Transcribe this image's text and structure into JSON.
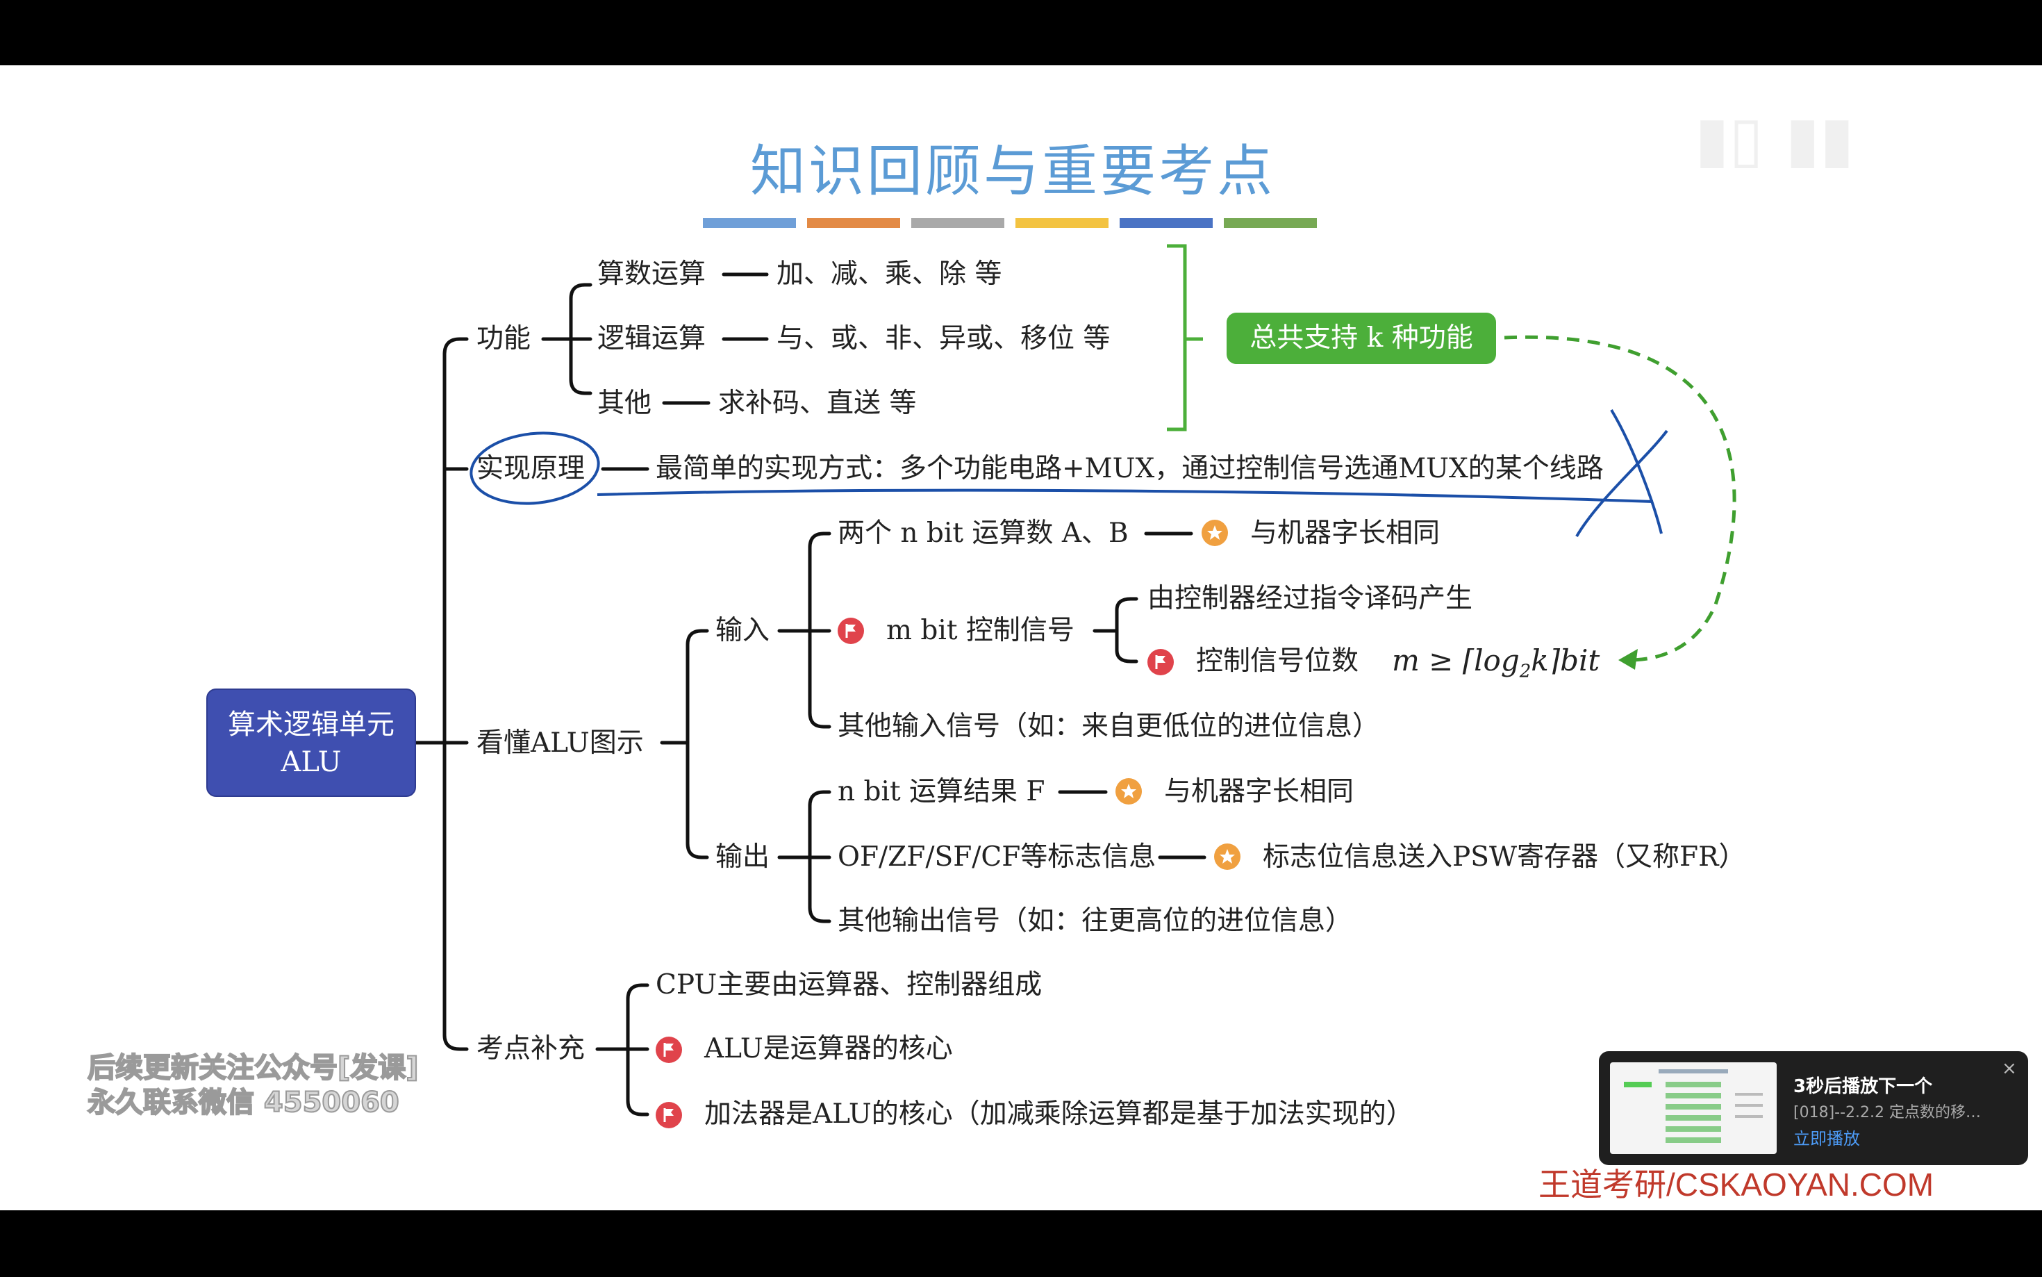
{
  "slide": {
    "title": "知识回顾与重要考点",
    "color_bars": [
      "#6f9fd8",
      "#e38a45",
      "#a9a9a9",
      "#f3c341",
      "#4a73c4",
      "#77a954"
    ],
    "root": {
      "line1": "算术逻辑单元",
      "line2": "ALU"
    },
    "function": {
      "label": "功能",
      "items": [
        {
          "label": "算数运算",
          "detail": "加、减、乘、除 等"
        },
        {
          "label": "逻辑运算",
          "detail": "与、或、非、异或、移位 等"
        },
        {
          "label": "其他",
          "detail": "求补码、直送 等"
        }
      ],
      "summary": "总共支持 k 种功能"
    },
    "principle": {
      "label": "实现原理",
      "detail": "最简单的实现方式：多个功能电路+MUX，通过控制信号选通MUX的某个线路"
    },
    "diagram": {
      "label": "看懂ALU图示",
      "input": {
        "label": "输入",
        "operands": "两个 n bit 运算数 A、B",
        "operands_note": "与机器字长相同",
        "control": "m bit 控制信号",
        "control_source": "由控制器经过指令译码产生",
        "control_bits": "控制信号位数",
        "formula_m": "m ≥ ⌈log",
        "formula_sub": "2",
        "formula_k": "k⌉bit",
        "other": "其他输入信号（如：来自更低位的进位信息）"
      },
      "output": {
        "label": "输出",
        "result": "n bit 运算结果 F",
        "result_note": "与机器字长相同",
        "flags": "OF/ZF/SF/CF等标志信息",
        "flags_note": "标志位信息送入PSW寄存器（又称FR）",
        "other": "其他输出信号（如：往更高位的进位信息）"
      }
    },
    "supplement": {
      "label": "考点补充",
      "items": [
        "CPU主要由运算器、控制器组成",
        "ALU是运算器的核心",
        "加法器是ALU的核心（加减乘除运算都是基于加法实现的）"
      ]
    }
  },
  "overlay": {
    "watermark_line1": "后续更新关注公众号[发课]",
    "watermark_line2": "永久联系微信 4550060",
    "brand": "王道考研/CSKAOYAN.COM"
  },
  "popup": {
    "title": "3秒后播放下一个",
    "subtitle": "[018]--2.2.2 定点数的移…",
    "play_label": "立即播放",
    "close_glyph": "×"
  }
}
